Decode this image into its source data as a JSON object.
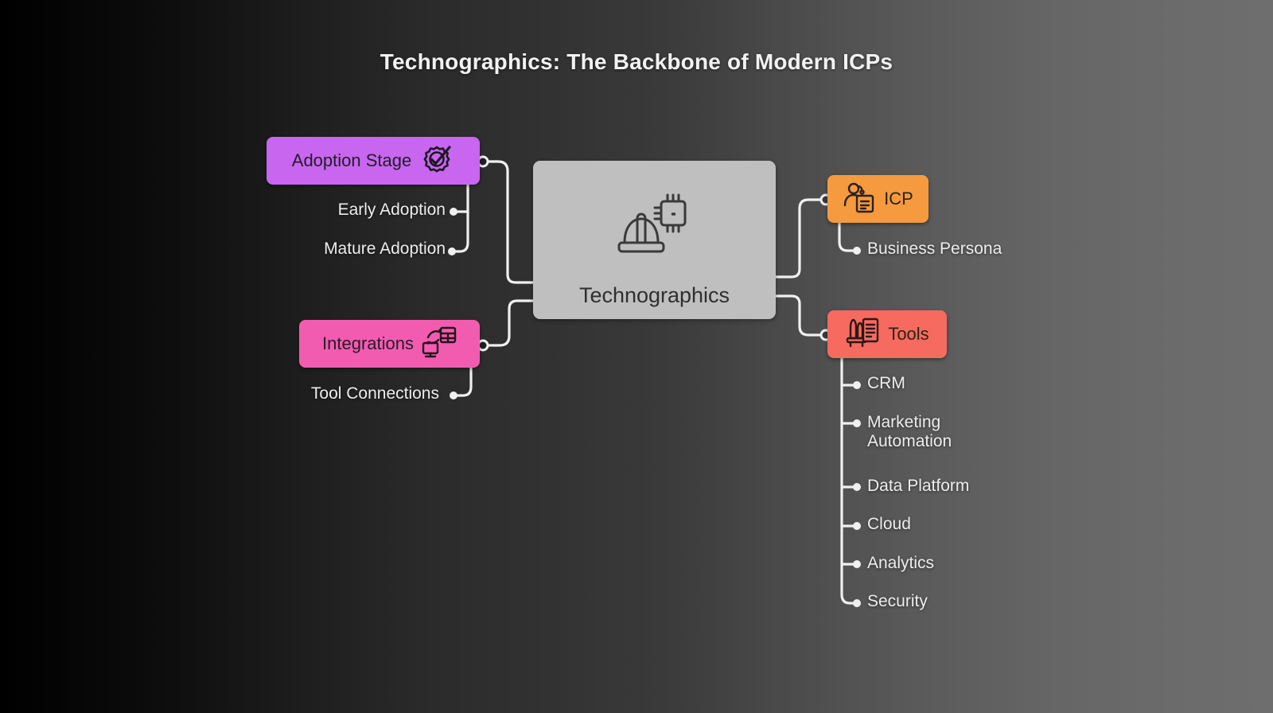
{
  "title": "Technographics: The Backbone of Modern ICPs",
  "center": {
    "label": "Technographics",
    "icon": "hardhat-chip-icon",
    "color": "#bfbfbf"
  },
  "branches": [
    {
      "id": "adoption",
      "label": "Adoption Stage",
      "icon": "gear-check-icon",
      "color": "#c866f0",
      "side": "left",
      "children": [
        {
          "label": "Early Adoption"
        },
        {
          "label": "Mature Adoption"
        }
      ]
    },
    {
      "id": "integrations",
      "label": "Integrations",
      "icon": "monitor-exchange-table-icon",
      "color": "#f25cb0",
      "side": "left",
      "children": [
        {
          "label": "Tool Connections"
        }
      ]
    },
    {
      "id": "icp",
      "label": "ICP",
      "icon": "person-document-icon",
      "color": "#f59a3e",
      "side": "right",
      "children": [
        {
          "label": "Business Persona"
        }
      ]
    },
    {
      "id": "tools",
      "label": "Tools",
      "icon": "pens-document-icon",
      "color": "#f76a60",
      "side": "right",
      "children": [
        {
          "label": "CRM"
        },
        {
          "label": "Marketing Automation"
        },
        {
          "label": "Data Platform"
        },
        {
          "label": "Cloud"
        },
        {
          "label": "Analytics"
        },
        {
          "label": "Security"
        }
      ]
    }
  ],
  "theme": {
    "background_left": "#000000",
    "background_right": "#6e6e6e",
    "connector_color": "#f0f0f0",
    "leaf_text_color": "#ededed",
    "title_color": "#f2f2f2"
  }
}
